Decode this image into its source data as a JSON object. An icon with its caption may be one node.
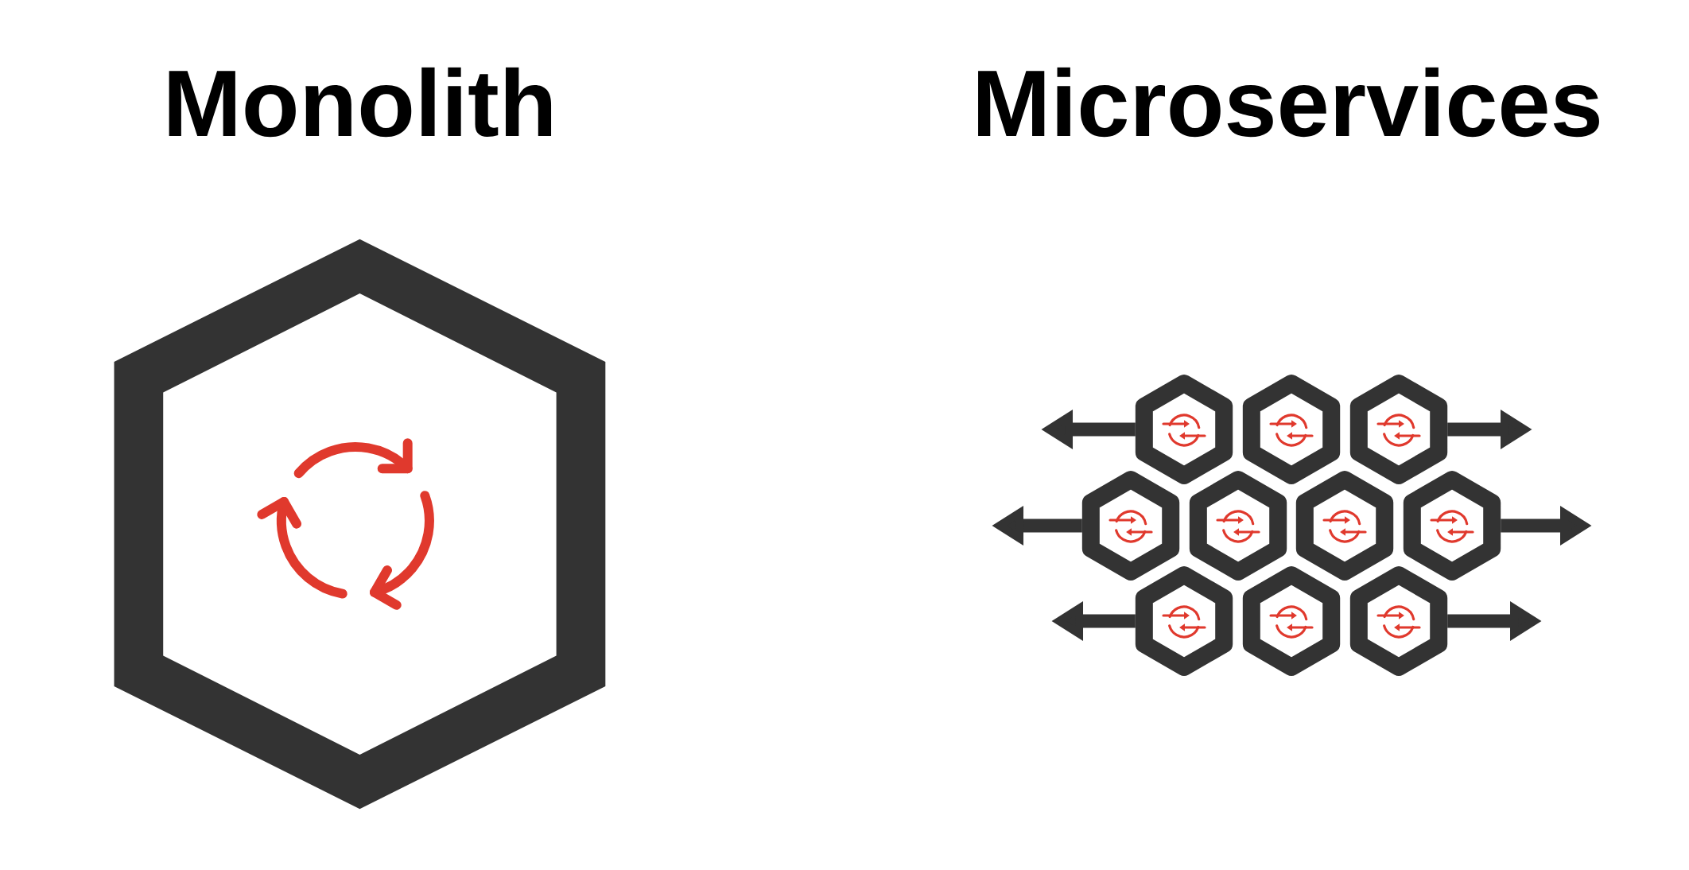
{
  "diagram": {
    "nodes": [
      {
        "text": [],
        "shape": "hexagon"
      },
      {
        "text": [],
        "shape": "hexagon"
      },
      {
        "text": [],
        "shape": "hexagon"
      },
      {
        "text": [],
        "shape": "hexagon"
      },
      {
        "text": [],
        "shape": "hexagon"
      },
      {
        "text": [],
        "shape": "hexagon"
      },
      {
        "text": [],
        "shape": "hexagon"
      },
      {
        "text": [],
        "shape": "hexagon"
      },
      {
        "text": [],
        "shape": "hexagon"
      },
      {
        "text": [],
        "shape": "hexagon"
      },
      {
        "text": [],
        "shape": "hexagon"
      }
    ],
    "edges": [
      {
        "from": 1,
        "to": null,
        "arrow": "to"
      },
      {
        "from": 3,
        "to": null,
        "arrow": "to"
      },
      {
        "from": 4,
        "to": null,
        "arrow": "to"
      },
      {
        "from": 7,
        "to": null,
        "arrow": "to"
      },
      {
        "from": 8,
        "to": null,
        "arrow": "to"
      },
      {
        "from": 10,
        "to": null,
        "arrow": "to"
      }
    ],
    "labels": [
      "Monolith",
      "Microservices"
    ]
  }
}
